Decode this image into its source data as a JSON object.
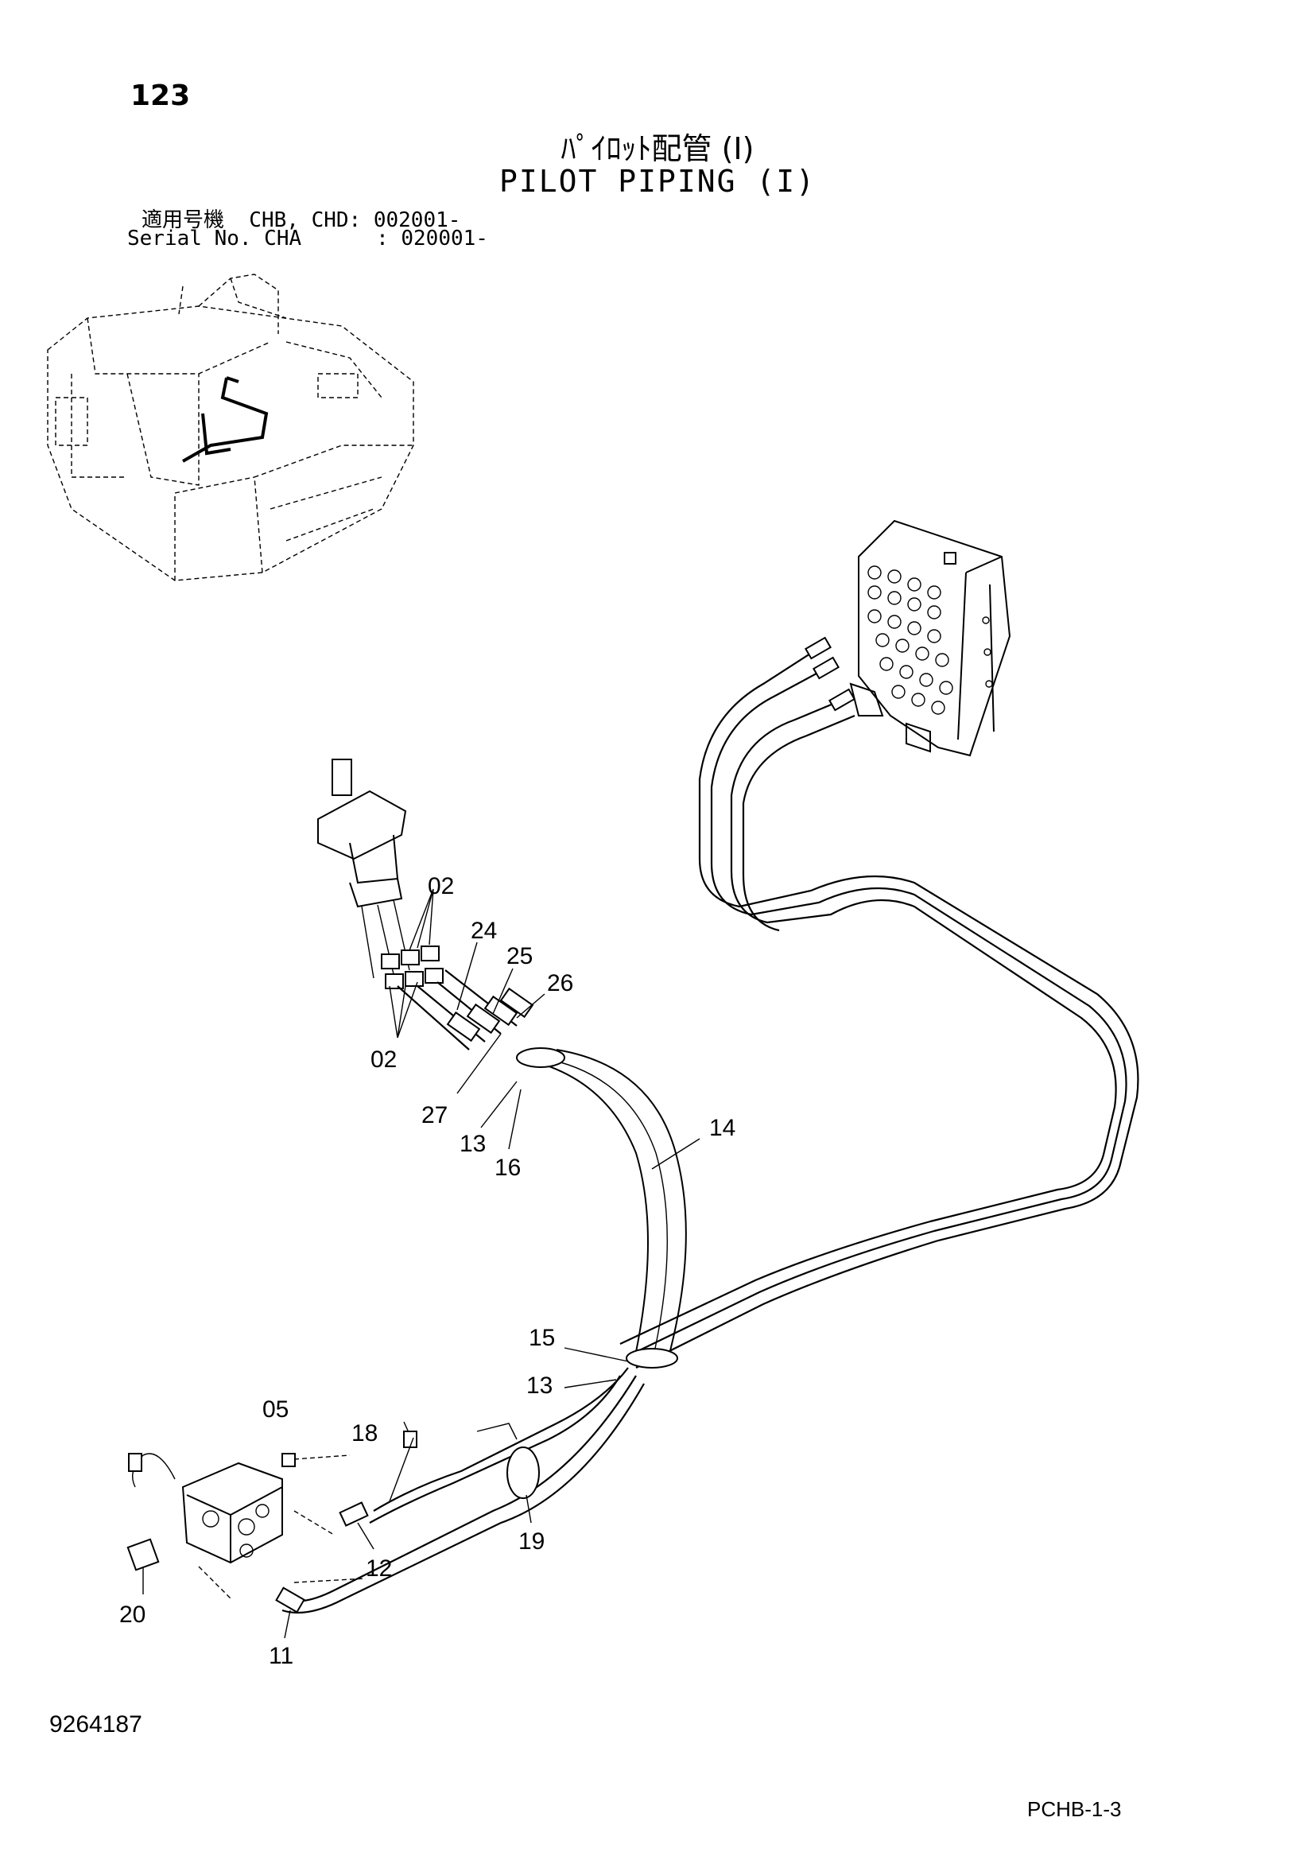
{
  "header": {
    "page_number": "123",
    "title_jp": "ﾊﾟｲﾛｯﾄ配管 (I)",
    "title_en": "PILOT PIPING (I)",
    "serial_line_1": "適用号機  CHB, CHD: 002001-",
    "serial_line_2": "Serial No. CHA      : 020001-"
  },
  "footer": {
    "doc_number": "9264187",
    "sheet_code": "PCHB-1-3"
  },
  "callouts": {
    "c02a": "02",
    "c02b": "02",
    "c24": "24",
    "c25": "25",
    "c26": "26",
    "c27": "27",
    "c13a": "13",
    "c16": "16",
    "c14": "14",
    "c15": "15",
    "c13b": "13",
    "c05": "05",
    "c18": "18",
    "c12": "12",
    "c19": "19",
    "c20": "20",
    "c11": "11"
  }
}
